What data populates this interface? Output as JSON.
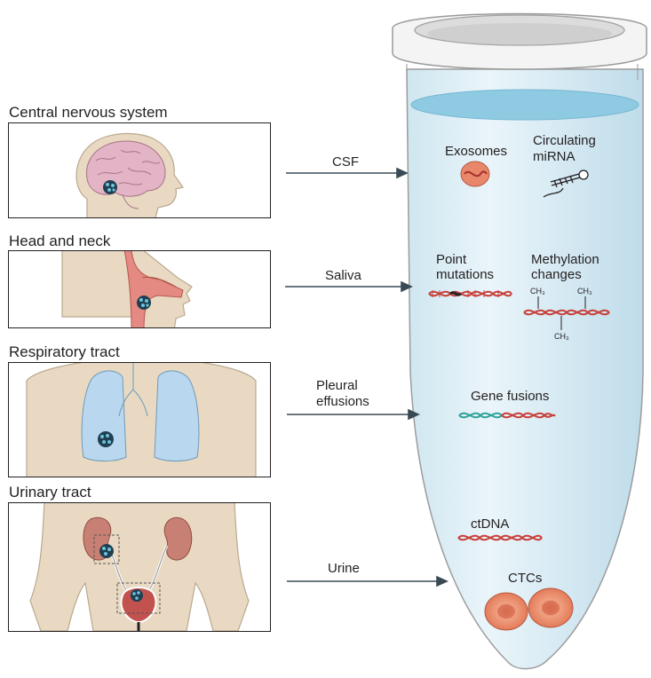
{
  "panels": [
    {
      "title": "Central nervous system",
      "fluid": "CSF"
    },
    {
      "title": "Head and neck",
      "fluid": "Saliva"
    },
    {
      "title": "Respiratory tract",
      "fluid_line1": "Pleural",
      "fluid_line2": "effusions"
    },
    {
      "title": "Urinary tract",
      "fluid": "Urine"
    }
  ],
  "tube": {
    "exosomes": "Exosomes",
    "circulating_line1": "Circulating",
    "circulating_line2": "miRNA",
    "point_line1": "Point",
    "point_line2": "mutations",
    "methylation_line1": "Methylation",
    "methylation_line2": "changes",
    "ch3": "CH₃",
    "gene_fusions": "Gene fusions",
    "ctdna": "ctDNA",
    "ctcs": "CTCs"
  },
  "colors": {
    "skin": "#e9d9c3",
    "skin_edge": "#b9a98f",
    "brain": "#e2b4c6",
    "lung": "#b9d8ef",
    "kidney": "#c98074",
    "tube_fill": "#dcedf5",
    "liquid_top": "#8ecae2",
    "dna_red": "#c8403a",
    "dna_teal": "#2fa39a",
    "arrow": "#3a4a55",
    "cell": "#e58f6e"
  }
}
